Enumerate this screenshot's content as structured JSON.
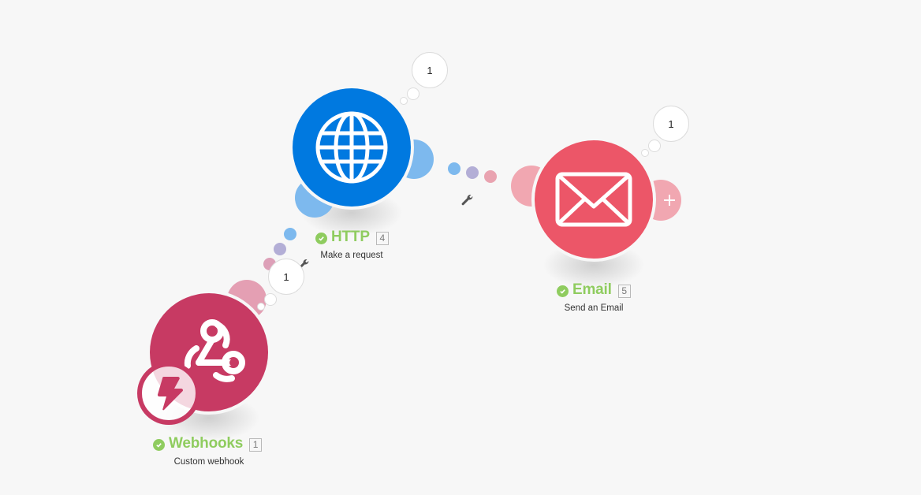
{
  "canvas": {
    "background": "#f7f7f7"
  },
  "modules": [
    {
      "id": "webhooks",
      "title": "Webhooks",
      "subtitle": "Custom webhook",
      "index": "1",
      "operations_bubble": "1",
      "icon": "webhook-icon",
      "trigger_badge_icon": "lightning-bolt-icon",
      "color": "#c73a63",
      "status": "success"
    },
    {
      "id": "http",
      "title": "HTTP",
      "subtitle": "Make a request",
      "index": "4",
      "operations_bubble": "1",
      "icon": "globe-icon",
      "color": "#0079e0",
      "status": "success"
    },
    {
      "id": "email",
      "title": "Email",
      "subtitle": "Send an Email",
      "index": "5",
      "operations_bubble": "1",
      "icon": "envelope-icon",
      "color": "#ec5668",
      "status": "success"
    }
  ],
  "connectors": [
    {
      "from": "webhooks",
      "to": "http",
      "settings_icon": "wrench-icon"
    },
    {
      "from": "http",
      "to": "email",
      "settings_icon": "wrench-icon"
    }
  ],
  "add_module_button": {
    "icon": "plus-icon"
  },
  "colors": {
    "success_green": "#8fcc5f",
    "http_light": "#7db9ee",
    "email_light": "#f1a7b1",
    "webhook_light": "#e49fb3",
    "connector_purple": "#b3aed6"
  }
}
